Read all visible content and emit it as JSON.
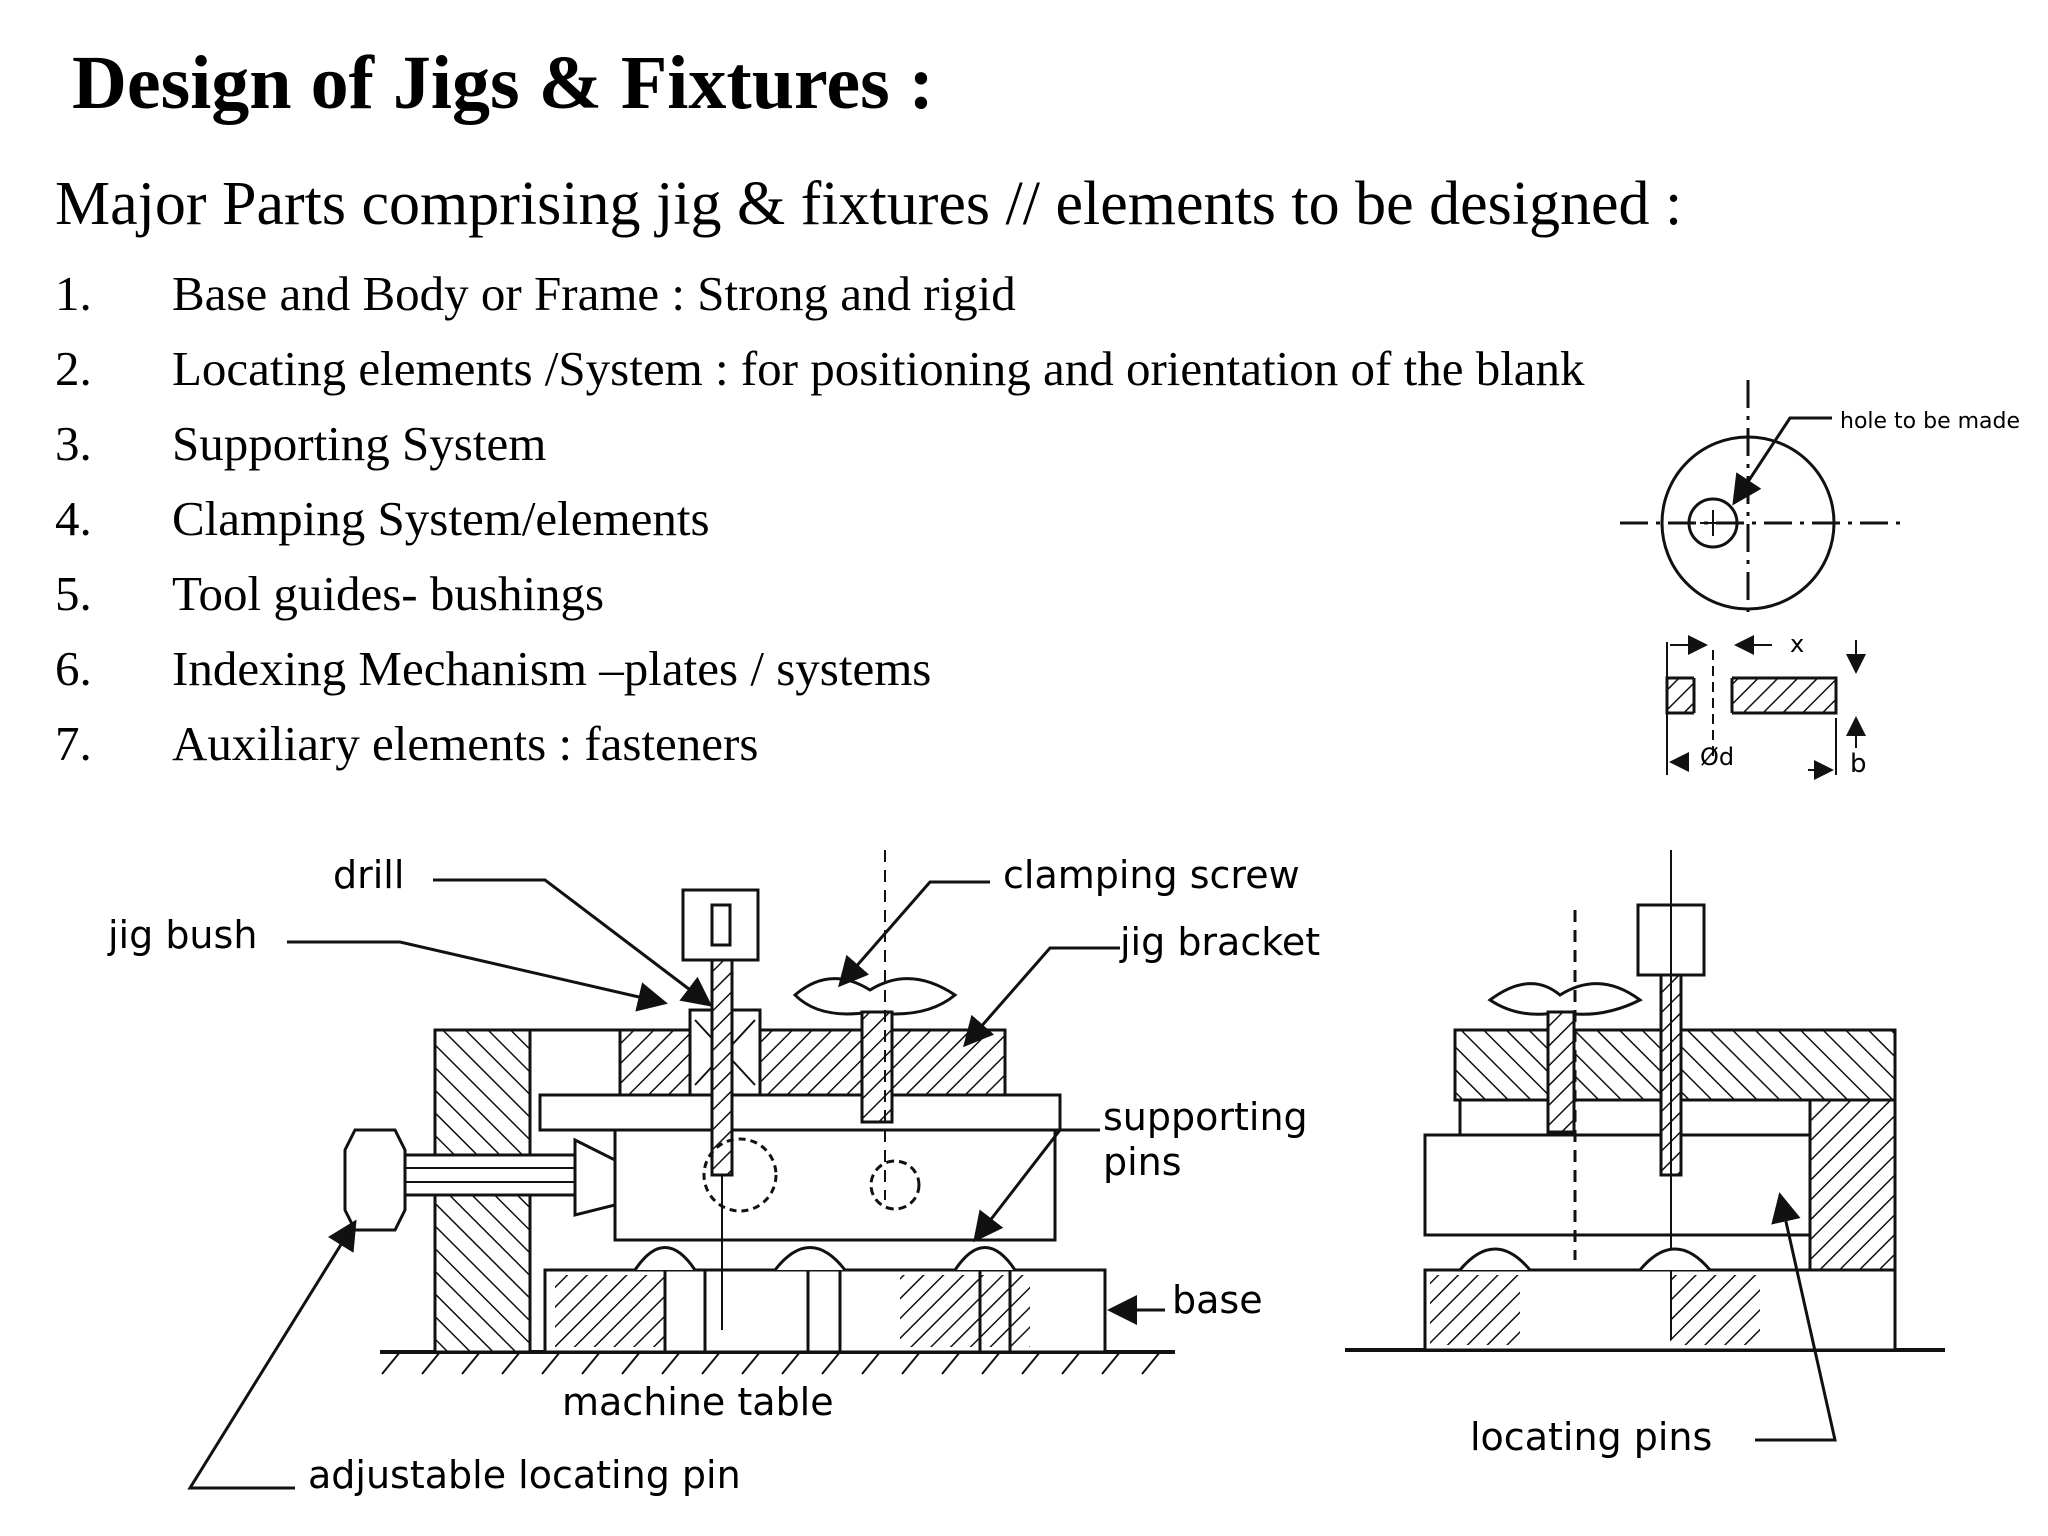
{
  "slide": {
    "title": "Design of Jigs & Fixtures :",
    "subtitle": "Major Parts comprising jig & fixtures // elements to be designed :",
    "items": [
      {
        "num": "1.",
        "text": "Base and Body or Frame : Strong and rigid"
      },
      {
        "num": "2.",
        "text": "Locating elements /System : for positioning and orientation of the blank"
      },
      {
        "num": "3.",
        "text": "Supporting System"
      },
      {
        "num": "4.",
        "text": "Clamping System/elements"
      },
      {
        "num": "5.",
        "text": "Tool guides- bushings"
      },
      {
        "num": "6.",
        "text": "Indexing  Mechanism –plates / systems"
      },
      {
        "num": "7.",
        "text": "Auxiliary elements : fasteners"
      }
    ]
  },
  "workpiece_diagram": {
    "hole_label": "hole to be made",
    "dim_x": "x",
    "dim_d": "Ød",
    "dim_b": "b"
  },
  "jig_diagram": {
    "labels": {
      "drill": "drill",
      "jig_bush": "jig bush",
      "clamping_screw": "clamping screw",
      "jig_bracket": "jig bracket",
      "supporting_pins_1": "supporting",
      "supporting_pins_2": "pins",
      "base": "base",
      "machine_table": "machine table",
      "adjustable_locating_pin": "adjustable locating pin",
      "locating_pins": "locating pins"
    }
  }
}
